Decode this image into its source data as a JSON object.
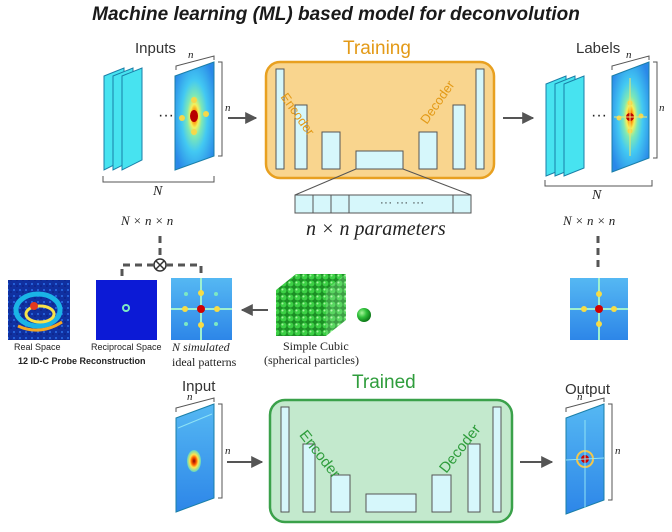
{
  "title": "Machine learning (ML) based model for deconvolution",
  "training": {
    "inputs_label": "Inputs",
    "labels_label": "Labels",
    "stage_label": "Training",
    "encoder_label": "Encoder",
    "decoder_label": "Decoder",
    "dots": "···",
    "n_symbol": "n",
    "N_symbol": "N",
    "inputs_dims": "N × n × n",
    "labels_dims": "N × n × n",
    "param_dots": "··· ··· ···",
    "parameters_label": "n × n  parameters"
  },
  "simulation": {
    "real_space": "Real Space",
    "reciprocal_space": "Reciprocal Space",
    "probe_reconstruction": "12 ID-C Probe Reconstruction",
    "simulated_patterns_line1": "N simulated",
    "simulated_patterns_line2": "ideal patterns",
    "lattice_line1": "Simple Cubic",
    "lattice_line2": "(spherical particles)"
  },
  "trained": {
    "input_label": "Input",
    "output_label": "Output",
    "stage_label": "Trained",
    "encoder_label": "Encoder",
    "decoder_label": "Decoder",
    "n_symbol": "n"
  },
  "colors": {
    "training_box_fill": "#f9d58e",
    "training_box_stroke": "#e8a020",
    "trained_box_fill": "#c3e9cd",
    "trained_box_stroke": "#3aa14a",
    "layer_fill": "#d6f7fb",
    "frame_fill": "#47e3f0",
    "arrow": "#555555"
  }
}
